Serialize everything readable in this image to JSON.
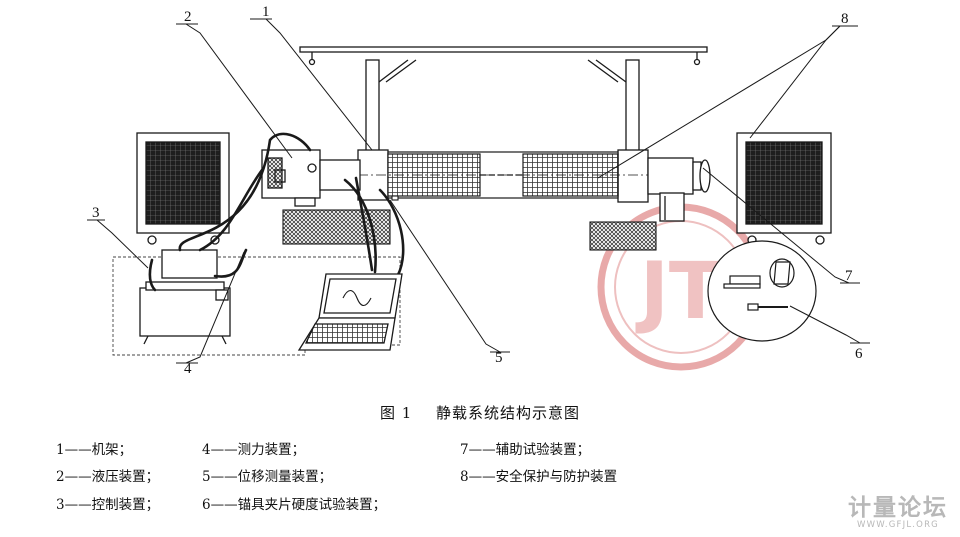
{
  "callouts": [
    "1",
    "2",
    "3",
    "4",
    "5",
    "6",
    "7",
    "8"
  ],
  "caption": {
    "figure_no": "图 1",
    "title": "静载系统结构示意图"
  },
  "legend": [
    "1——机架；",
    "2——液压装置；",
    "3——控制装置；",
    "4——测力装置；",
    "5——位移测量装置；",
    "6——锚具夹片硬度试验装置；",
    "7——辅助试验装置；",
    "8——安全保护与防护装置"
  ],
  "logo": {
    "text": "JT"
  },
  "watermark": {
    "name": "计量论坛",
    "url": "WWW.GFJL.ORG"
  },
  "colors": {
    "line": "#1a1a1a",
    "watermark_red": "#e6a3a3",
    "watermark_gray": "#b8b8b8"
  }
}
